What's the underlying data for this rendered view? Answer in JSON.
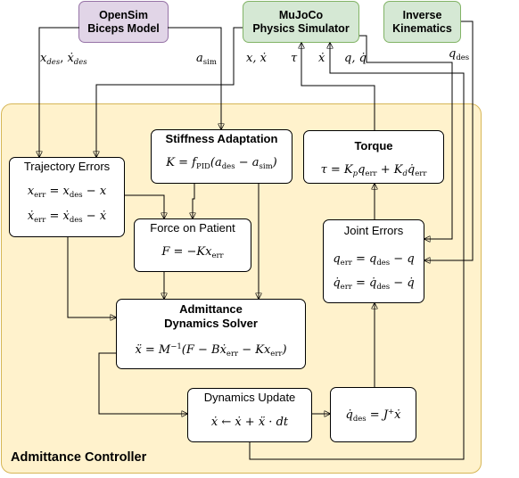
{
  "top_blocks": {
    "opensim": {
      "line1": "OpenSim",
      "line2": "Biceps Model"
    },
    "mujoco": {
      "line1": "MuJoCo",
      "line2": "Physics Simulator"
    },
    "inverse_kinematics": {
      "line1": "Inverse",
      "line2": "Kinematics"
    }
  },
  "signal_labels": {
    "x_des": "x",
    "x_des_sub": "des",
    "comma": ", ",
    "xdot_des": "ẋ",
    "xdot_des_sub": "des",
    "a_sim": "a",
    "a_sim_sub": "sim",
    "x_xdot": "x, ẋ",
    "tau": "τ",
    "xdot": "ẋ",
    "q_qdot": "q, q̇",
    "q_des": "q",
    "q_des_sub": "des"
  },
  "blocks": {
    "trajectory_errors": {
      "title": "Trajectory Errors",
      "eq1": {
        "lhs": "x",
        "lhs_sub": "err",
        "mid": " = x",
        "mid_sub": "des",
        "rhs": " − x"
      },
      "eq2": {
        "lhs": "ẋ",
        "lhs_sub": "err",
        "mid": " = ẋ",
        "mid_sub": "des",
        "rhs": " − ẋ"
      }
    },
    "stiffness_adaptation": {
      "title": "Stiffness Adaptation",
      "eq": {
        "a": "K = f",
        "a_sub": "PID",
        "b": "(a",
        "b_sub": "des",
        "c": " − a",
        "c_sub": "sim",
        "d": ")"
      }
    },
    "torque": {
      "title": "Torque",
      "eq": {
        "a": "τ = K",
        "a_sub": "p",
        "b": "q",
        "b_sub": "err",
        "c": " + K",
        "c_sub": "d",
        "d": "q̇",
        "d_sub": "err"
      }
    },
    "force_on_patient": {
      "title": "Force on Patient",
      "eq": {
        "a": "F = −Kx",
        "a_sub": "err"
      }
    },
    "joint_errors": {
      "title": "Joint Errors",
      "eq1": {
        "lhs": "q",
        "lhs_sub": "err",
        "mid": " = q",
        "mid_sub": "des",
        "rhs": " − q"
      },
      "eq2": {
        "lhs": "q̇",
        "lhs_sub": "err",
        "mid": " = q̇",
        "mid_sub": "des",
        "rhs": " − q̇"
      }
    },
    "admittance_solver": {
      "title_line1": "Admittance",
      "title_line2": "Dynamics Solver",
      "eq": {
        "a": "ẍ = M",
        "a_sup": "−1",
        "b": "(F − Bẋ",
        "b_sub": "err",
        "c": " − Kx",
        "c_sub": "err",
        "d": ")"
      }
    },
    "dynamics_update": {
      "title": "Dynamics Update",
      "eq": "ẋ ← ẋ + ẍ · dt"
    },
    "ik_velocity": {
      "eq": {
        "a": "q̇",
        "a_sub": "des",
        "b": " = J",
        "b_sup": "+",
        "c": "ẋ"
      }
    }
  },
  "group_label": "Admittance Controller",
  "colors": {
    "group_fill": "#fff2cc",
    "group_border": "#d6b656",
    "opensim_fill": "#e1d5e7",
    "opensim_border": "#9673a6",
    "mujoco_fill": "#d5e8d4",
    "mujoco_border": "#82b366"
  }
}
